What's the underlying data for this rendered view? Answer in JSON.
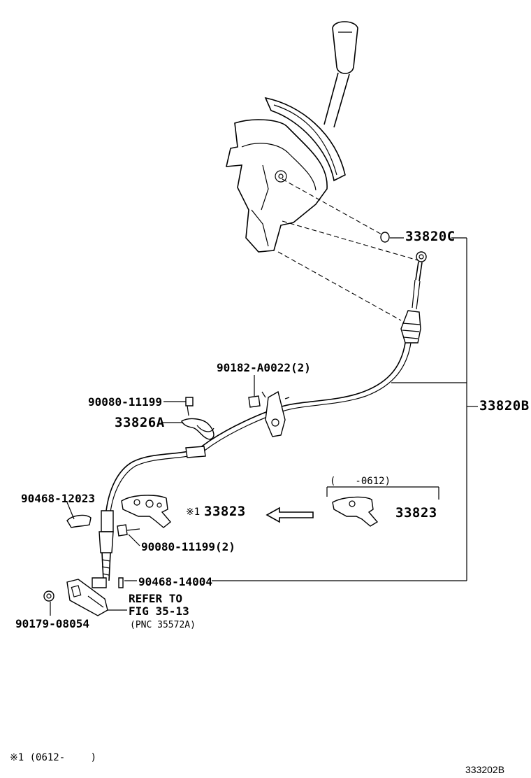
{
  "labels": {
    "p33820C": "33820C",
    "p33820B": "33820B",
    "p90182": "90182-A0022(2)",
    "p90080a": "90080-11199",
    "p33826A": "33826A",
    "p90468a": "90468-12023",
    "p33823a_mark": "※1",
    "p33823a": "33823",
    "p90080b": "90080-11199(2)",
    "p90468b": "90468-14004",
    "p90179": "90179-08054",
    "refer1": "REFER TO",
    "refer2": "FIG 35-13",
    "refer3": "(PNC 35572A)",
    "alt_range": "(　　-0612)",
    "p33823b": "33823"
  },
  "footnote": "※1 (0612-　　 )",
  "figure_id": "333202B"
}
